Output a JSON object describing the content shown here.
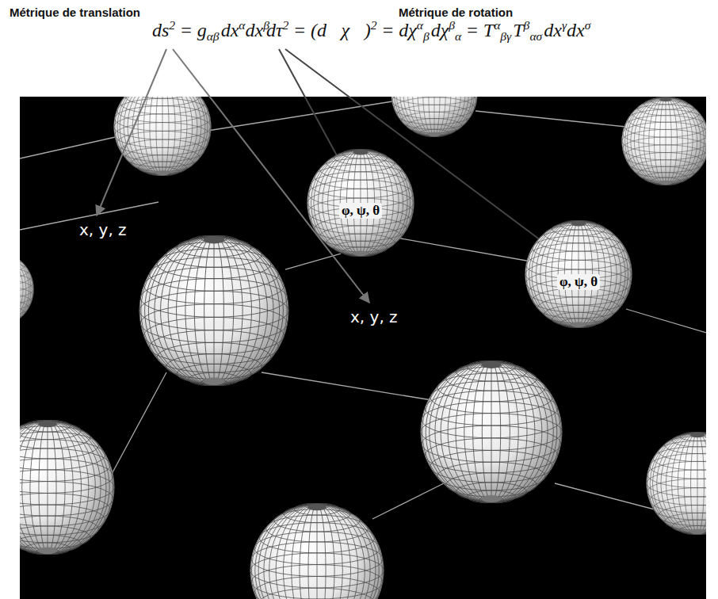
{
  "diagram": {
    "nodes": [
      {
        "text": [
          "φ, ψ, θ"
        ]
      },
      {
        "text": [
          "φ, ψ, θ"
        ]
      }
    ],
    "labels": [
      "Métrique de translation",
      "Métrique de rotation",
      "ds",
      "2",
      "=",
      "g",
      "αβ",
      "dx",
      "α",
      "dx",
      "β",
      "dτ",
      "2",
      "=",
      "(d⃗χ⃗)",
      "2",
      "=",
      "dχ",
      "α",
      "β",
      "dχ",
      "β",
      "α",
      "=",
      "T",
      "α",
      "βγ",
      "T",
      "β",
      "ασ",
      "dx",
      "γ",
      "dx",
      "σ",
      "x, y, z",
      "x, y, z"
    ]
  }
}
